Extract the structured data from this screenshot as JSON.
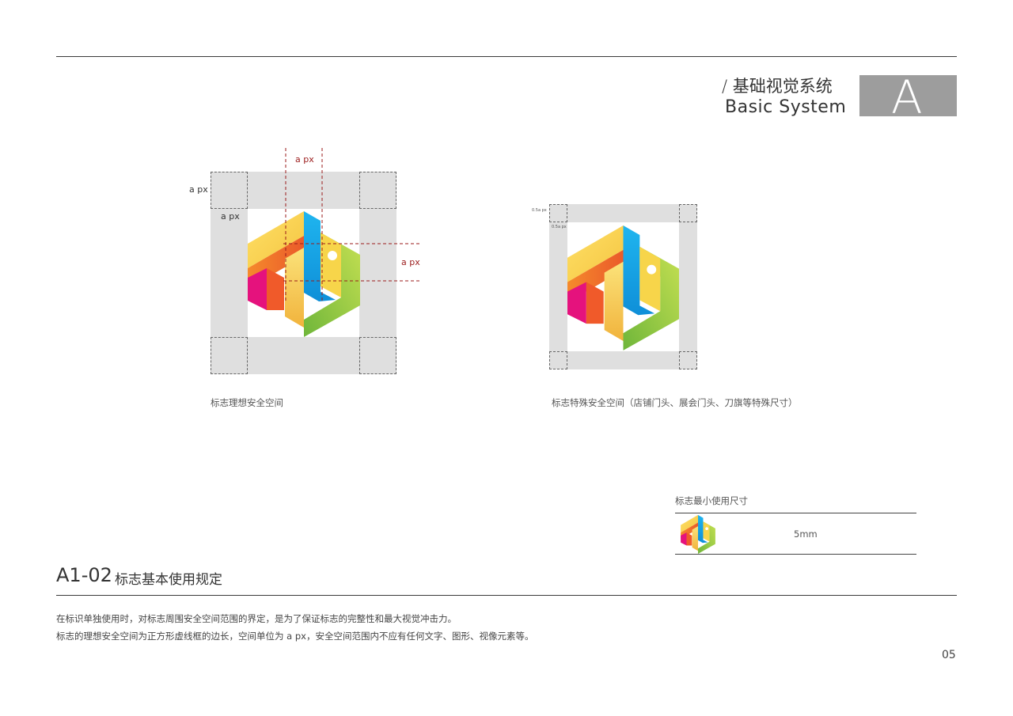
{
  "header": {
    "section_cn": "/ 基础视觉系统",
    "section_en": "Basic System",
    "section_letter": "A"
  },
  "ideal_space": {
    "label_top": "a px",
    "label_left": "a px",
    "label_inner": "a px",
    "label_right": "a px",
    "caption": "标志理想安全空间"
  },
  "special_space": {
    "label_outer": "0.5a px",
    "label_inner": "0.5a px",
    "caption": "标志特殊安全空间（店铺门头、展会门头、刀旗等特殊尺寸）"
  },
  "min_size": {
    "title": "标志最小使用尺寸",
    "value": "5mm"
  },
  "section": {
    "code": "A1-02",
    "title": "标志基本使用规定"
  },
  "description": {
    "line1": "在标识单独使用时，对标志周围安全空间范围的界定，是为了保证标志的完整性和最大视觉冲击力。",
    "line2": "标志的理想安全空间为正方形虚线框的边长，空间单位为 a px，安全空间范围内不应有任何文字、图形、视像元素等。"
  },
  "page_number": "05",
  "colors": {
    "yellow": "#f7d54a",
    "orange": "#f07a2a",
    "blue": "#1aa7e6",
    "green": "#8cc63f",
    "magenta": "#e5127d",
    "safe_area_gray": "#dfdfdf",
    "guide_red": "#9b1b1b"
  }
}
